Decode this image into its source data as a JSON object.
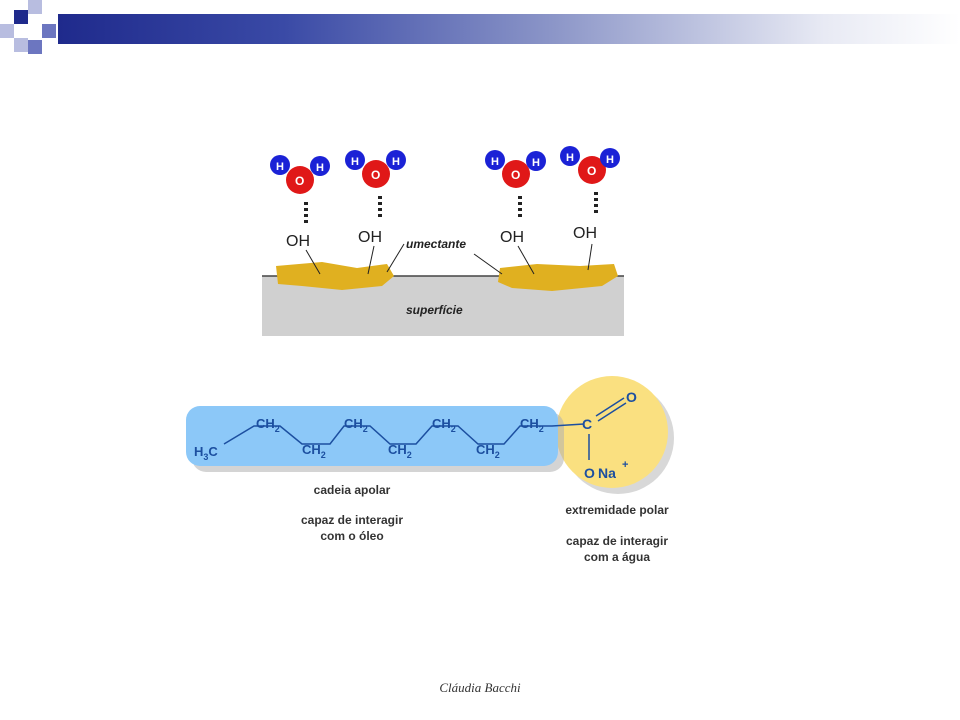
{
  "slide": {
    "footer": "Cláudia Bacchi"
  },
  "diagram1": {
    "atoms": {
      "hydrogen": "H",
      "oxygen": "O"
    },
    "hydroxyl": "OH",
    "umectante_label": "umectante",
    "surface_label": "superfície",
    "colors": {
      "hydrogen": "#1b22d6",
      "oxygen": "#e01818",
      "wax": "#e0b020",
      "surface": "#d0d0d0"
    }
  },
  "diagram2": {
    "chain": {
      "h3c": "H3C",
      "ch2": "CH2",
      "carbon": "C",
      "oxygen": "O",
      "oxygen_minus": "O",
      "sodium": "Na",
      "plus": "+"
    },
    "labels": {
      "apolar_title": "cadeia apolar",
      "apolar_desc_1": "capaz de interagir",
      "apolar_desc_2": "com o óleo",
      "polar_title": "extremidade polar",
      "polar_desc_1": "capaz de interagir",
      "polar_desc_2": "com a água"
    },
    "colors": {
      "chain_box": "#8cc8f8",
      "polar_head": "#fae080",
      "text_blue": "#1c4fa0"
    }
  }
}
